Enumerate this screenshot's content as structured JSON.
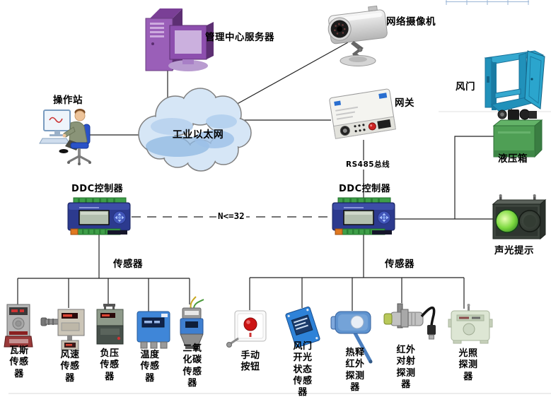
{
  "nodes": {
    "server": {
      "label": "管理中心服务器",
      "icon": "server-icon"
    },
    "camera": {
      "label": "网络摄像机",
      "icon": "network-camera-icon"
    },
    "operator": {
      "label": "操作站",
      "icon": "operator-workstation-icon"
    },
    "cloud": {
      "label": "工业以太网",
      "icon": "network-cloud-icon"
    },
    "gateway": {
      "label": "网关",
      "icon": "gateway-icon"
    },
    "bus": {
      "label": "RS485总线"
    },
    "ddc_left": {
      "label": "DDC控制器",
      "icon": "ddc-controller-icon"
    },
    "ddc_right": {
      "label": "DDC控制器",
      "icon": "ddc-controller-icon"
    },
    "ddc_chain_limit": {
      "label": "N<=32"
    },
    "air_door": {
      "label": "风门",
      "icon": "air-door-icon"
    },
    "hydraulic_tank": {
      "label": "液压箱",
      "icon": "hydraulic-tank-icon"
    },
    "sound_light_alarm": {
      "label": "声光提示",
      "icon": "sound-light-alarm-icon"
    },
    "sensor_group_left": {
      "label": "传感器"
    },
    "sensor_group_right": {
      "label": "传感器"
    }
  },
  "sensors_left": [
    {
      "name": "gas-sensor",
      "label": "瓦斯\n传感\n器"
    },
    {
      "name": "wind-speed-sensor",
      "label": "风速\n传感\n器"
    },
    {
      "name": "negative-pressure-sensor",
      "label": "负压\n传感\n器"
    },
    {
      "name": "temperature-sensor",
      "label": "温度\n传感\n器"
    },
    {
      "name": "co2-sensor",
      "label": "二氧\n化碳\n传感\n器"
    }
  ],
  "sensors_right": [
    {
      "name": "manual-button",
      "label": "手动\n按钮"
    },
    {
      "name": "air-door-switch-status-sensor",
      "label": "风门\n开光\n状态\n传感\n器"
    },
    {
      "name": "pyroelectric-ir-detector",
      "label": "热释\n红外\n探测\n器"
    },
    {
      "name": "ir-beam-detector",
      "label": "红外\n对射\n探测\n器"
    },
    {
      "name": "light-detector",
      "label": "光照\n探测\n器"
    }
  ],
  "colors": {
    "line": "#222222",
    "cloud_fill": "#d6e6f6",
    "cloud_shadow": "#8fb8e2",
    "server_purple": "#9a5fb8",
    "ddc_navy": "#2c3a8e",
    "ddc_terminal_green": "#3e9e48",
    "door_teal": "#2aa0c8",
    "hydraulic_green": "#4f9f55",
    "alarm_green_lit": "#7cd93f",
    "temperature_blue": "#3f86d8",
    "button_red": "#cc1414"
  }
}
